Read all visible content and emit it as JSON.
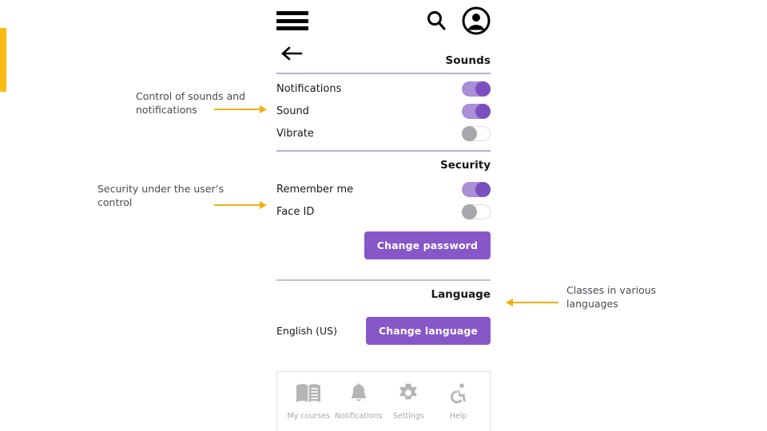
{
  "accent": {
    "bar_color": "#f9bc17",
    "brand_purple": "#8757c8",
    "toggle_on": "#7b4fc0",
    "divider": "#b9aecd"
  },
  "header": {
    "menu_icon": "hamburger-icon",
    "search_icon": "search-icon",
    "account_icon": "account-avatar-icon",
    "back_icon": "back-arrow-icon"
  },
  "sounds": {
    "title": "Sounds",
    "rows": [
      {
        "label": "Notifications",
        "state": "on"
      },
      {
        "label": "Sound",
        "state": "on"
      },
      {
        "label": "Vibrate",
        "state": "off"
      }
    ]
  },
  "security": {
    "title": "Security",
    "rows": [
      {
        "label": "Remember me",
        "state": "on"
      },
      {
        "label": "Face ID",
        "state": "off"
      }
    ],
    "button_label": "Change password"
  },
  "language": {
    "title": "Language",
    "value": "English (US)",
    "button_label": "Change language"
  },
  "bottom_nav": {
    "items": [
      {
        "label": "My courses",
        "icon": "book-icon"
      },
      {
        "label": "Notifications",
        "icon": "bell-icon"
      },
      {
        "label": "Settings",
        "icon": "gear-icon"
      },
      {
        "label": "Help",
        "icon": "accessibility-icon"
      }
    ]
  },
  "annotations": [
    {
      "text": "Control of sounds and notifications",
      "direction": "right"
    },
    {
      "text": "Security under the user’s control",
      "direction": "right"
    },
    {
      "text": "Classes in various languages",
      "direction": "left"
    }
  ]
}
